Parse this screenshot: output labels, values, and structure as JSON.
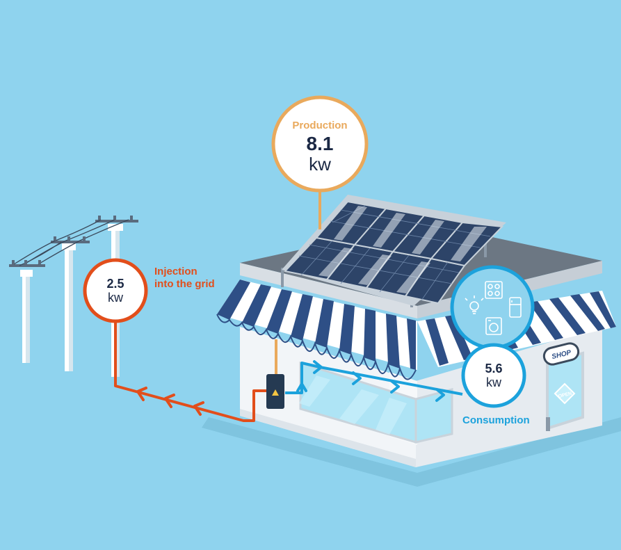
{
  "production": {
    "label": "Production",
    "value": "8.1",
    "unit": "kw"
  },
  "injection": {
    "value": "2.5",
    "unit": "kw",
    "label_line1": "Injection",
    "label_line2": "into the grid"
  },
  "consumption": {
    "value": "5.6",
    "unit": "kw",
    "label": "Consumption"
  },
  "shop": {
    "sign": "SHOP",
    "door_sign": "OPEN"
  },
  "colors": {
    "background": "#8fd3ee",
    "production": "#e9a95c",
    "injection": "#e24e1b",
    "consumption": "#1ca2dc",
    "dark_text": "#1b2844"
  }
}
